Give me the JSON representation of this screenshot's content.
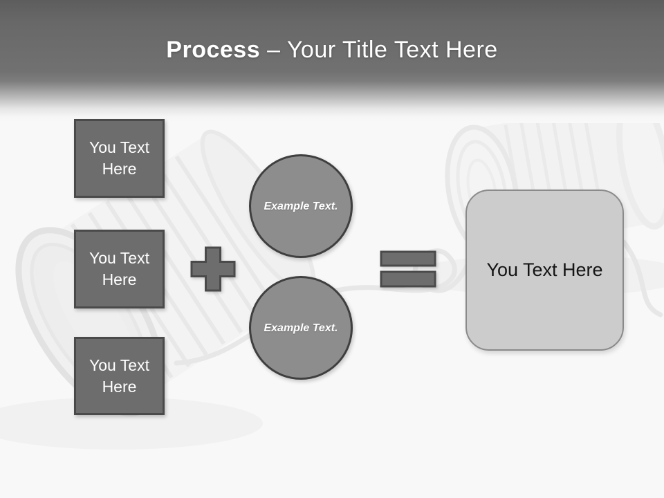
{
  "slide": {
    "header": {
      "title_bold": "Process",
      "title_rest": "– Your Title Text Here"
    },
    "input_boxes": [
      {
        "label": "You Text Here"
      },
      {
        "label": "You Text Here"
      },
      {
        "label": "You Text Here"
      }
    ],
    "operators": {
      "plus": "plus-sign",
      "equals": "equals-sign"
    },
    "example_circles": [
      {
        "label": "Example Text."
      },
      {
        "label": "Example Text."
      }
    ],
    "result_box": {
      "label": "You Text Here"
    },
    "background_art": "tin-can-telephone-photo-watermark",
    "colors": {
      "header_top": "#5D5D5D",
      "header_mid": "#717171",
      "slide_bg": "#F8F8F8",
      "shape_fill": "#6D6D6D",
      "shape_border": "#4A4A4A",
      "circle_fill": "#8D8D8D",
      "circle_border": "#3F3F3F",
      "result_fill": "#CCCCCC",
      "result_border": "#8A8A8A",
      "title_text": "#FFFFFF",
      "box_text": "#FFFFFF",
      "result_text": "#141414"
    }
  }
}
